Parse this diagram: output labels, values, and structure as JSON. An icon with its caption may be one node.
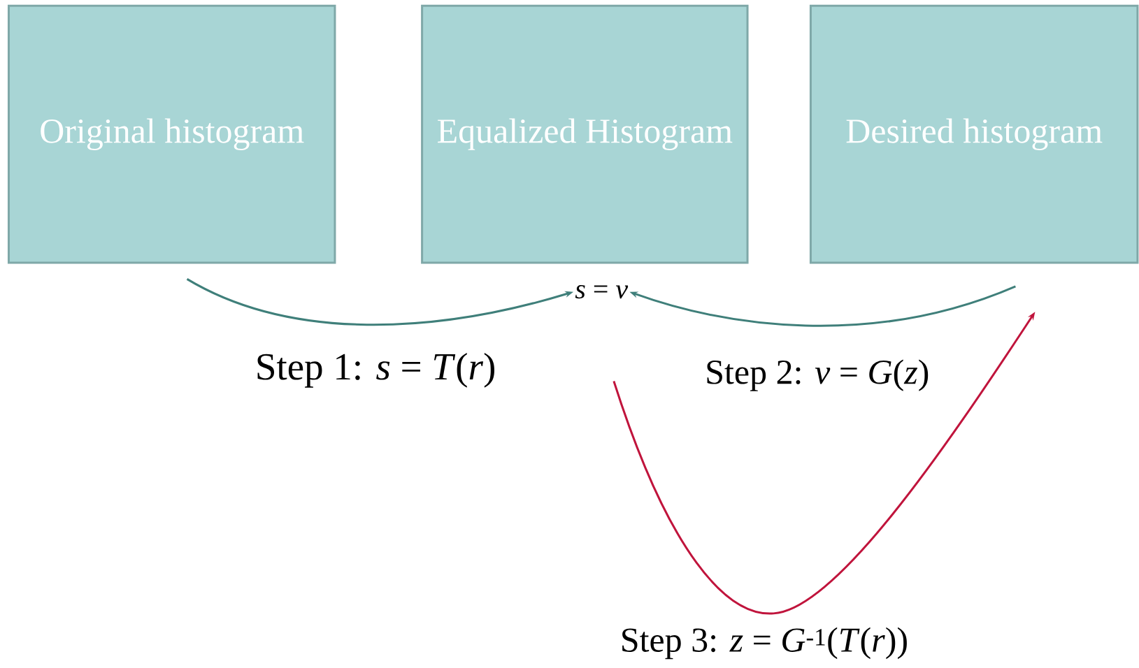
{
  "diagram": {
    "nodes": [
      {
        "text": [
          "Original histogram"
        ]
      },
      {
        "text": [
          "Equalized Histogram"
        ]
      },
      {
        "text": [
          "Desired histogram"
        ]
      },
      {
        "text": [
          "*s* = *v*"
        ]
      }
    ],
    "edges": [
      {
        "from": 0,
        "to": 3,
        "arrow": "to",
        "label": "Step 1: *s* = *T*(*r*)"
      },
      {
        "from": 2,
        "to": 3,
        "arrow": "to",
        "label": "Step 2: *v* = *G*(*z*)"
      },
      {
        "from": null,
        "to": 2,
        "arrow": "to",
        "label": "Step 3: *z* = *G*$^{-1}$(*T*(*r*))",
        "color": "#c0143c"
      }
    ]
  }
}
